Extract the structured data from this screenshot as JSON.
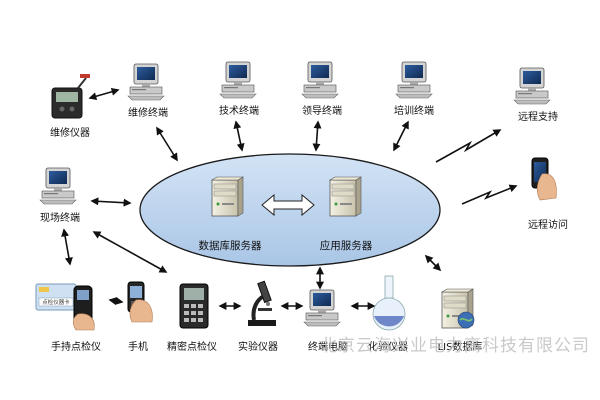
{
  "nodes": {
    "repair_instrument": "维修仪器",
    "repair_terminal": "维修终端",
    "tech_terminal": "技术终端",
    "leader_terminal": "领导终端",
    "training_terminal": "培训终端",
    "remote_support": "远程支持",
    "field_terminal": "现场终端",
    "remote_access": "远程访问",
    "database_server": "数据库服务器",
    "app_server": "应用服务器",
    "handheld_inspector": "手持点检仪",
    "mobile_phone": "手机",
    "precision_inspector": "精密点检仪",
    "lab_instrument": "实验仪器",
    "terminal_computer": "终端电脑",
    "chem_instrument": "化验仪器",
    "lis_database": "LIS数据库"
  },
  "card_text": "点检仪器卡",
  "watermark": "北京云海兴业电力高科技有限公司",
  "colors": {
    "ellipse_fill": "#b9d2ec",
    "ellipse_stroke": "#1a1a1a",
    "arrow": "#111111",
    "monitor_body": "#d8d8d8",
    "screen": "#1c3f73"
  }
}
